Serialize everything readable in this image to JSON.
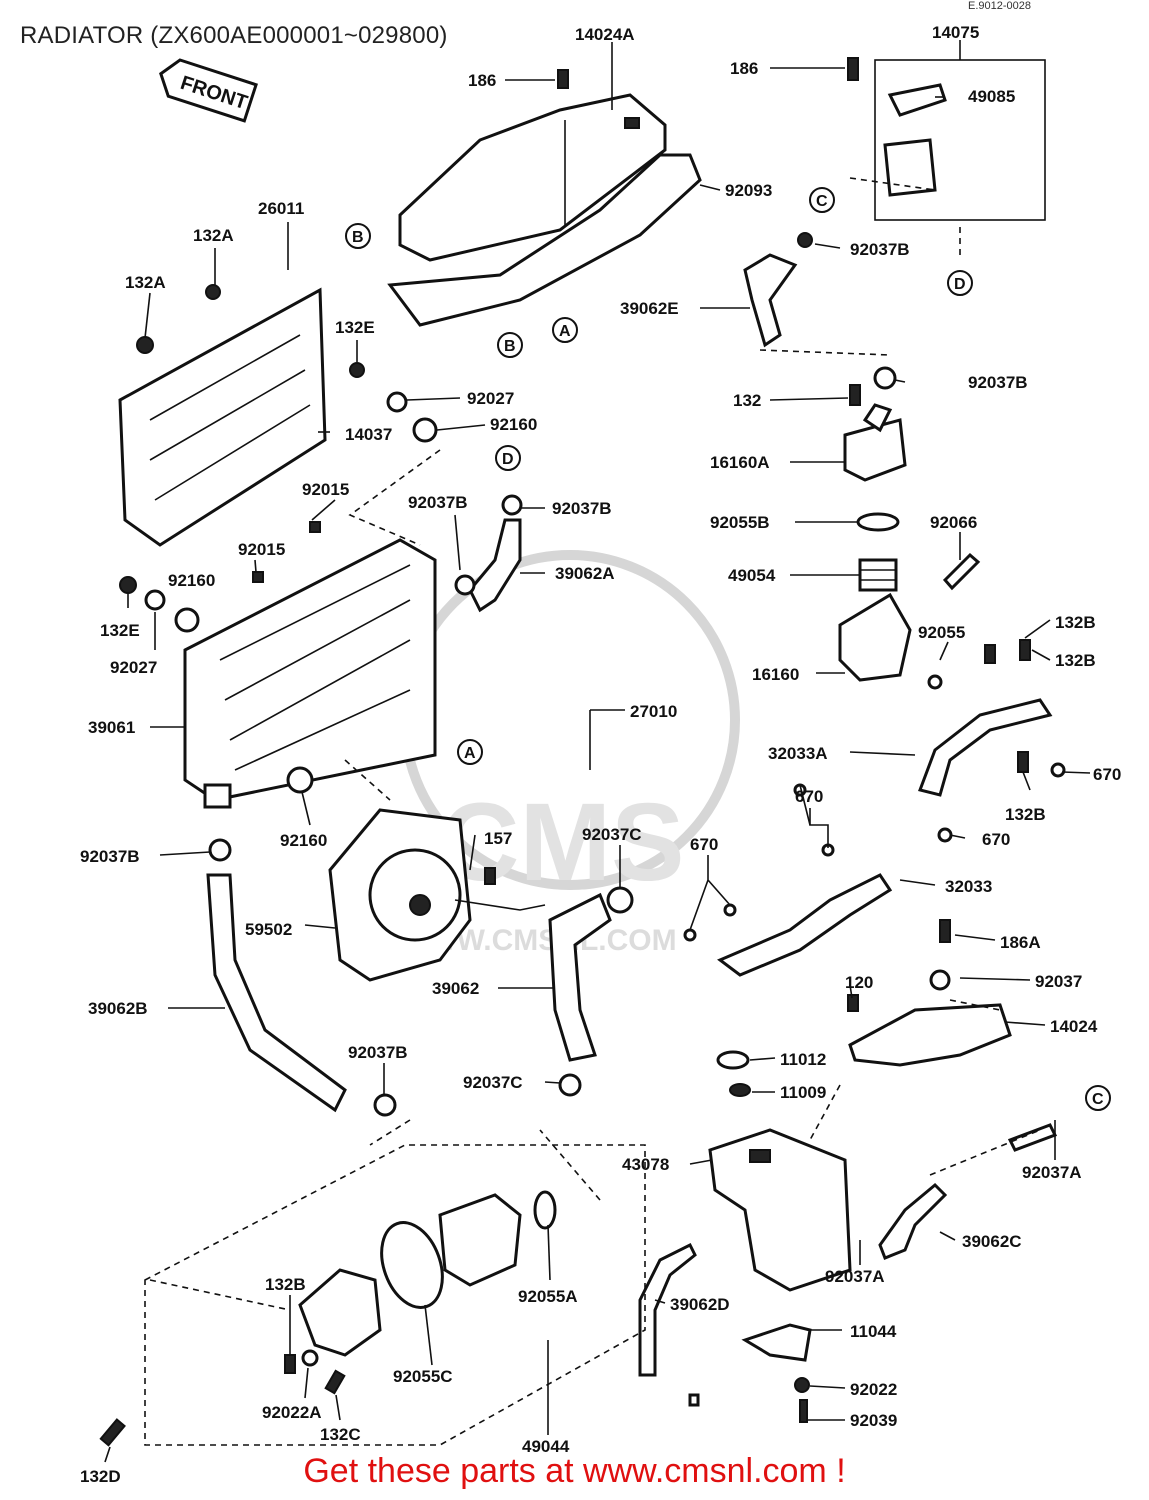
{
  "title": "RADIATOR (ZX600AE000001~029800)",
  "diagram_code": "E.9012-0028",
  "front_label": "FRONT",
  "footer": "Get these parts at www.cmsnl.com !",
  "watermark": {
    "text": "CMS",
    "url": "WWW.CMSNL.COM"
  },
  "refs": {
    "A": "A",
    "B": "B",
    "C": "C",
    "D": "D"
  },
  "parts": [
    "14024A",
    "14075",
    "186",
    "49085",
    "92093",
    "26011",
    "132A",
    "92037B",
    "39062E",
    "132E",
    "92027",
    "14037",
    "92160",
    "132",
    "16160A",
    "92015",
    "92055B",
    "92066",
    "39062A",
    "49054",
    "92055",
    "132B",
    "16160",
    "39061",
    "27010",
    "32033A",
    "670",
    "157",
    "92037C",
    "32033",
    "59502",
    "186A",
    "92037",
    "39062",
    "120",
    "14024",
    "39062B",
    "11012",
    "11009",
    "92037A",
    "43078",
    "39062C",
    "92055A",
    "39062D",
    "11044",
    "92055C",
    "92022",
    "92022A",
    "132C",
    "49044",
    "92039",
    "132D"
  ]
}
